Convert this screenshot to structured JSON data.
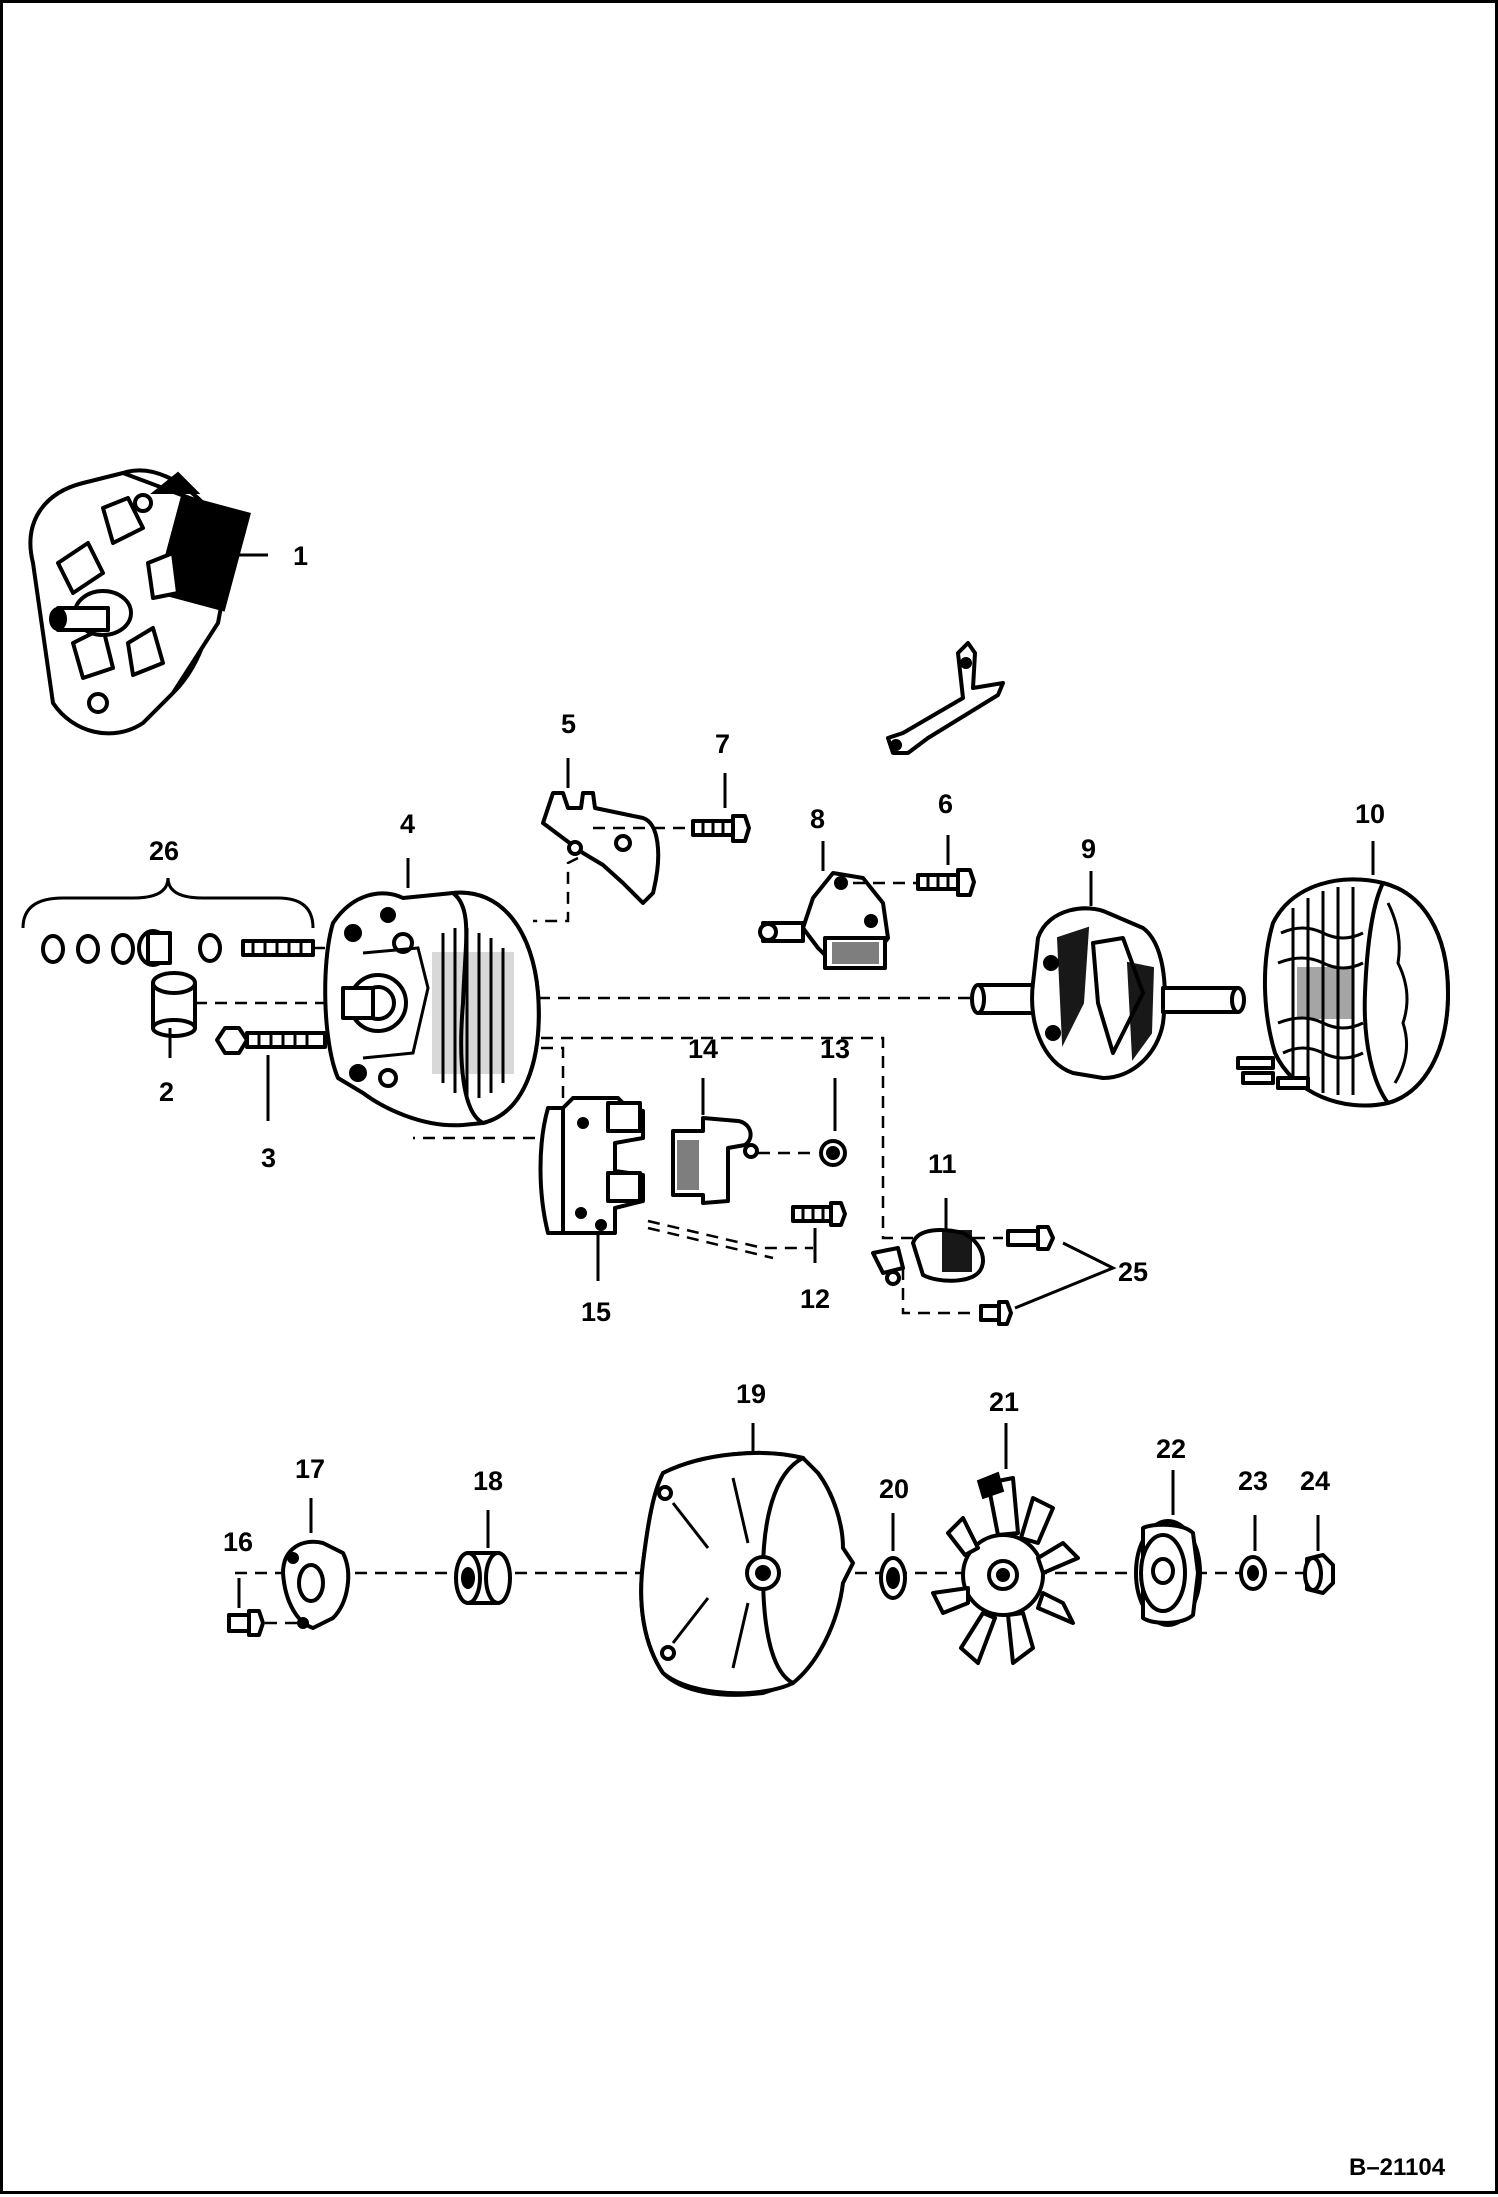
{
  "diagram": {
    "reference": "B–21104",
    "part_labels": [
      "1",
      "2",
      "3",
      "4",
      "5",
      "6",
      "7",
      "8",
      "9",
      "10",
      "11",
      "12",
      "13",
      "14",
      "15",
      "16",
      "17",
      "18",
      "19",
      "20",
      "21",
      "22",
      "23",
      "24",
      "25",
      "26"
    ]
  }
}
